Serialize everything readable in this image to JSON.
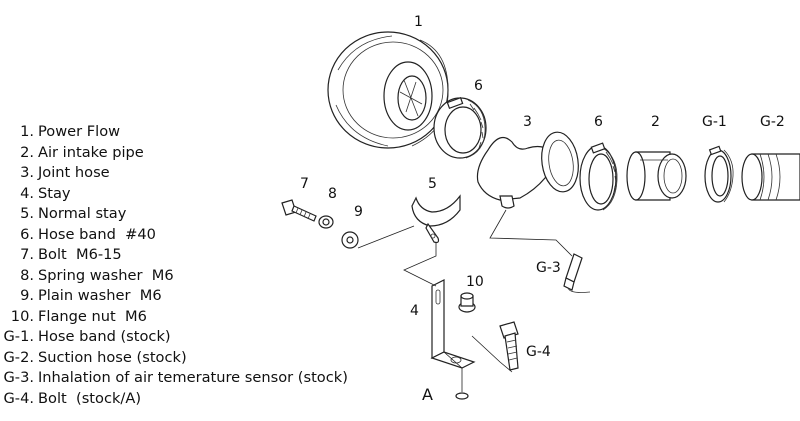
{
  "legend": [
    {
      "num": "1.",
      "name": "Power Flow"
    },
    {
      "num": "2.",
      "name": "Air intake pipe"
    },
    {
      "num": "3.",
      "name": "Joint hose"
    },
    {
      "num": "4.",
      "name": "Stay"
    },
    {
      "num": "5.",
      "name": "Normal stay"
    },
    {
      "num": "6.",
      "name": "Hose band  #40"
    },
    {
      "num": "7.",
      "name": "Bolt  M6-15"
    },
    {
      "num": "8.",
      "name": "Spring washer  M6"
    },
    {
      "num": "9.",
      "name": "Plain washer  M6"
    },
    {
      "num": "10.",
      "name": "Flange nut  M6"
    },
    {
      "num": "G-1.",
      "name": "Hose band (stock)"
    },
    {
      "num": "G-2.",
      "name": "Suction hose (stock)"
    },
    {
      "num": "G-3.",
      "name": "Inhalation of air temerature sensor (stock)"
    },
    {
      "num": "G-4.",
      "name": "Bolt  (stock/A)"
    }
  ],
  "callouts": {
    "c1": "1",
    "c6a": "6",
    "c3": "3",
    "c6b": "6",
    "c2": "2",
    "cg1": "G-1",
    "cg2": "G-2",
    "c7": "7",
    "c8": "8",
    "c5": "5",
    "c9": "9",
    "c10": "10",
    "c4": "4",
    "cg3": "G-3",
    "cg4": "G-4",
    "cA": "A"
  }
}
